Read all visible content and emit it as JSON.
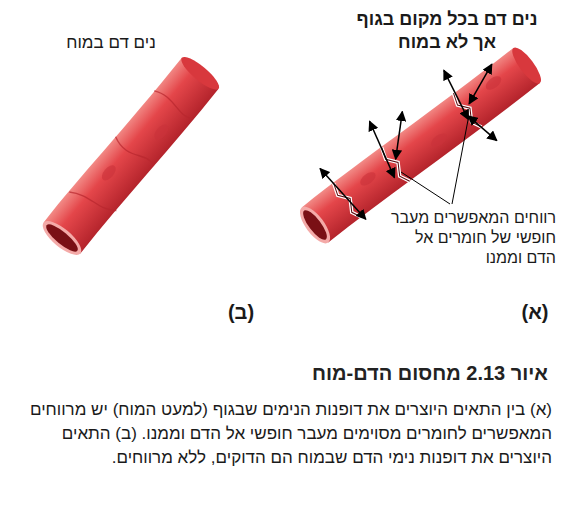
{
  "diagram": {
    "title": "איור 2.13 מחסום הדם-מוח",
    "caption": "(א) בין התאים היוצרים את דופנות הנימים שבגוף (למעט המוח) יש מרווחים המאפשרים לחומרים מסוימים מעבר חופשי אל הדם וממנו. (ב) התאים היוצרים את דופנות נימי הדם שבמוח הם הדוקים, ללא מרווחים.",
    "labels": [
      "נים דם במוח",
      "נים דם בכל מקום בגוף אך לא במוח",
      "רווחים המאפשרים מעבר חופשי של חומרים אל הדם וממנו",
      "(ב)",
      "(א)"
    ]
  }
}
